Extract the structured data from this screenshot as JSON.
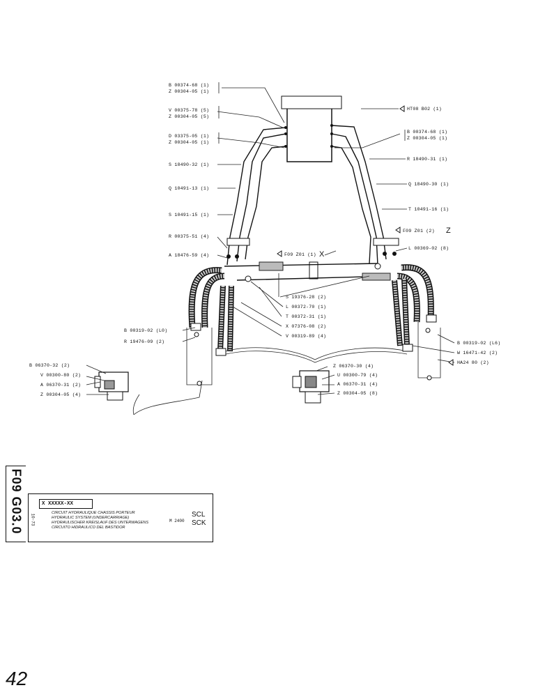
{
  "labels_left": [
    "B 00374-68 (1)",
    "Z 00304-05 (1)",
    "V 00375-78 (5)",
    "Z 00304-05 (5)",
    "D 03375-05 (1)",
    "Z 00304-05 (1)",
    "S 18490-32 (1)",
    "Q 10491-13 (1)",
    "S 10491-15 (1)",
    "R 00375-51 (4)",
    "A 18476-59 (4)",
    "B 00319-02 (L0)",
    "R 19476-09 (2)",
    "B 06370-32 (2)",
    "V 00300-80 (2)",
    "A 06370-31 (2)",
    "Z 00304-05 (4)"
  ],
  "labels_right": [
    "HT08 B02 (1)",
    "B 00374-68 (1)",
    "Z 00304-05 (1)",
    "R 18490-31 (1)",
    "Q 18490-30 (1)",
    "T 10491-16 (1)",
    "F09 Z01 (2)",
    "Z",
    "L 00369-02 (8)",
    "B 00319-02 (L6)",
    "W 16471-42 (2)",
    "HA24 80 (2)"
  ],
  "labels_center": [
    "F09 Z01 (1)",
    "X",
    "S 19376-28 (2)",
    "L 00372-70 (1)",
    "T 00372-31 (1)",
    "X 07376-08 (2)",
    "V 00319-89 (4)",
    "Z 06370-30 (4)",
    "U 00300-79 (4)",
    "A 06370-31 (4)",
    "Z 00304-05 (8)"
  ],
  "title_block": {
    "drawing_code": "F09 G03.0",
    "date": "10-73",
    "part_code": "X XXXXX-XX",
    "desc_fr": "CIRCUIT HYDRAULIQUE CHASSIS PORTEUR",
    "desc_en": "HYDRAULIC SYSTEM (UNDERCARRIAGE)",
    "desc_de": "HYDRAULISCHER KREISLAUF DES UNTERWAGENS",
    "desc_es": "CIRCUITO HIDRAULICO DEL BASTIDOR",
    "model": "M 2400",
    "variant1": "SCL",
    "variant2": "SCK"
  },
  "page_number": "42"
}
